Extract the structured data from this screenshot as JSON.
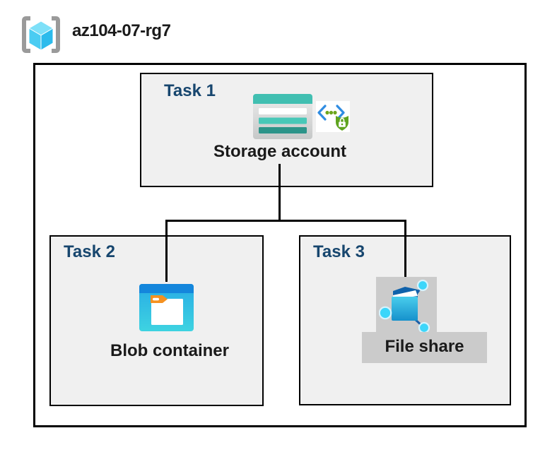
{
  "header": {
    "resource_group_name": "az104-07-rg7",
    "icon": "azure-resource-group"
  },
  "tasks": [
    {
      "label": "Task 1",
      "resource": "Storage account",
      "icons": [
        "storage-account",
        "secured-endpoint"
      ]
    },
    {
      "label": "Task 2",
      "resource": "Blob container",
      "icons": [
        "blob-container"
      ]
    },
    {
      "label": "Task 3",
      "resource": "File share",
      "icons": [
        "file-share"
      ]
    }
  ],
  "connections": [
    {
      "from": "Storage account",
      "to": "Blob container"
    },
    {
      "from": "Storage account",
      "to": "File share"
    }
  ],
  "colors": {
    "task_label_navy": "#17466e",
    "task_box_fill": "#f0f0f0",
    "border_black": "#000000",
    "storage_teal": "#41bfb1",
    "storage_teal_dark": "#2c9489",
    "blob_blue": "#1486dc",
    "blob_cyan": "#2fb4e7",
    "shield_green": "#5fa41f",
    "bracket_blue": "#2f8ce2",
    "fileshare_node_cyan": "#3cd6fa",
    "highlight_gray": "#cbcbcb",
    "rg_bracket_gray": "#9a9a9a"
  }
}
